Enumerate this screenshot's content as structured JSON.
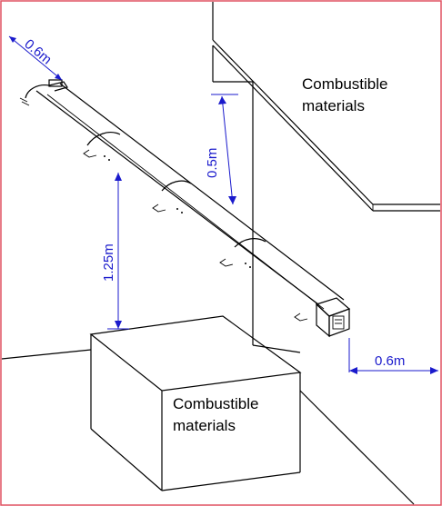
{
  "labels": {
    "ceiling_materials_line1": "Combustible",
    "ceiling_materials_line2": "materials",
    "box_materials_line1": "Combustible",
    "box_materials_line2": "materials"
  },
  "dimensions": {
    "top_left_clearance": "0.6m",
    "ceiling_clearance": "0.5m",
    "floor_object_clearance": "1.25m",
    "wall_end_clearance": "0.6m"
  },
  "colors": {
    "frame": "#e05060",
    "dimension": "#1a1acc",
    "lines": "#000000"
  }
}
